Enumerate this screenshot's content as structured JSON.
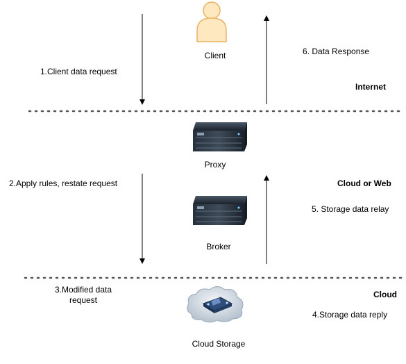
{
  "nodes": {
    "client": "Client",
    "proxy": "Proxy",
    "broker": "Broker",
    "storage": "Cloud Storage"
  },
  "steps": {
    "s1": "1.Client data request",
    "s2": "2.Apply rules, restate request",
    "s3_line1": "3.Modified data",
    "s3_line2": "request",
    "s4": "4.Storage data reply",
    "s5": "5. Storage data relay",
    "s6": "6. Data Response"
  },
  "zones": {
    "internet": "Internet",
    "cloud_or_web": "Cloud or Web",
    "cloud": "Cloud"
  },
  "colors": {
    "person_fill": "#fde8c0",
    "person_stroke": "#e8b463",
    "server_dark": "#1c2530",
    "cloud_fill": "#dce4ec",
    "chip": "#3a5a88"
  },
  "icons": [
    "person-icon",
    "server-icon",
    "server-icon",
    "cloud-storage-icon"
  ]
}
